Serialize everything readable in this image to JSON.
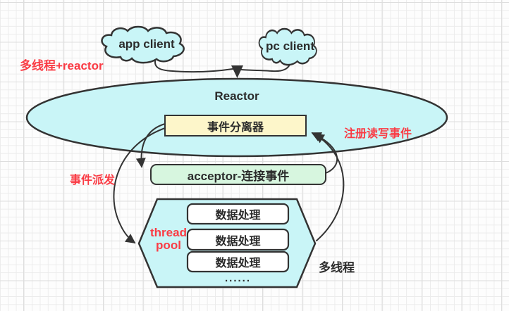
{
  "diagram": {
    "clients": {
      "app": "app client",
      "pc": "pc client"
    },
    "reactor": {
      "title": "Reactor",
      "dispatcher": "事件分离器"
    },
    "acceptor": {
      "label": "acceptor-连接事件"
    },
    "thread_pool": {
      "label": "thread pool",
      "workers": [
        "数据处理",
        "数据处理",
        "数据处理"
      ],
      "ellipsis": "......",
      "side_note": "多线程"
    },
    "annotations": {
      "mode": "多线程+reactor",
      "register_events": "注册读写事件",
      "dispatch_events": "事件派发"
    },
    "colors": {
      "node_fill": "#C9F5F7",
      "dispatcher_fill": "#FDF6CA",
      "acceptor_fill": "#D7F6DF",
      "worker_fill": "#FFFFFF",
      "stroke": "#333333",
      "annotation_red": "#FA3B44",
      "text_dark": "#2B2B2B"
    }
  }
}
